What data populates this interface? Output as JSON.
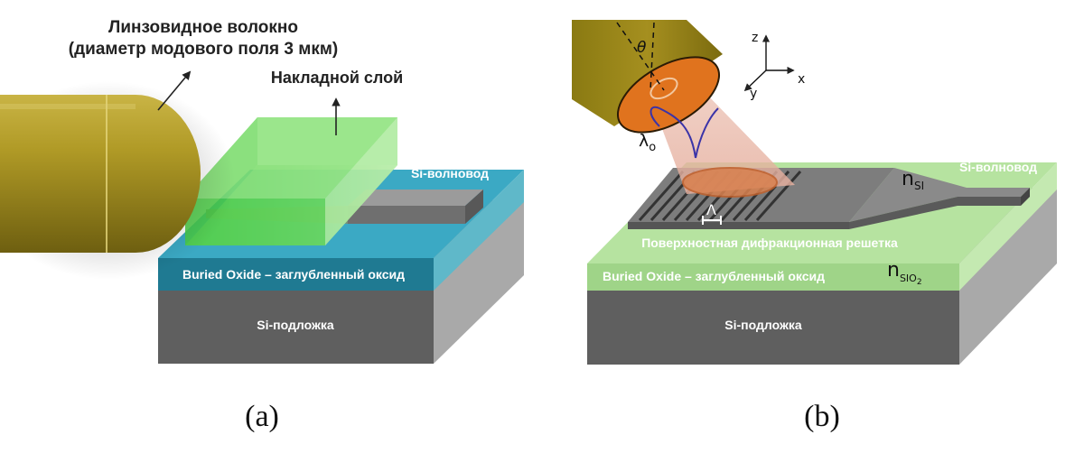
{
  "panel_a": {
    "fiber_label_line1": "Линзовидное волокно",
    "fiber_label_line2": "(диаметр модового поля 3 мкм)",
    "cladding_label": "Накладной слой",
    "waveguide_label": "Si-волновод",
    "oxide_label": "Buried Oxide – заглубленный оксид",
    "substrate_label": "Si-подложка",
    "caption": "(a)"
  },
  "panel_b": {
    "angle_symbol": "θ",
    "wavelength_symbol": "λ",
    "wavelength_subscript": "o",
    "axis_z": "z",
    "axis_x": "x",
    "axis_y": "y",
    "period_symbol": "Λ",
    "n_si_symbol": "n",
    "n_si_subscript": "SI",
    "n_sio2_symbol": "n",
    "n_sio2_subscript": "SIO",
    "n_sio2_sub2": "2",
    "waveguide_label": "Si-волновод",
    "grating_label": "Поверхностная дифракционная решетка",
    "oxide_label": "Buried Oxide – заглубленный оксид",
    "substrate_label": "Si-подложка",
    "caption": "(b)"
  },
  "colors": {
    "fiber": "#a3901f",
    "cladding_green": "#5ed85a",
    "oxide_teal": "#2a8fa8",
    "substrate_gray": "#6a6a6a",
    "silicon_gray": "#7a7a7a",
    "oxide_green_b": "#a2d88a",
    "fiber_core_orange": "#e0731e",
    "beam_pink": "#e8b4a8"
  }
}
